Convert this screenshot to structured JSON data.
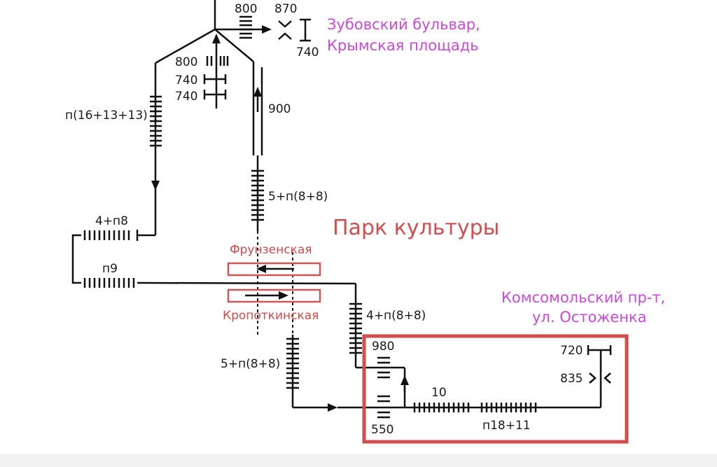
{
  "labels": {
    "zubovsky_line1": "Зубовский бульвар,",
    "zubovsky_line2": "Крымская площадь",
    "park": "Парк культуры",
    "frunzenskaya": "Фрунзенская",
    "kropotkinskaya": "Кропоткинская",
    "komsomolsky_line1": "Комсомольский пр-т,",
    "komsomolsky_line2": "ул. Остоженка",
    "n800_top": "800",
    "n870": "870",
    "n740_right": "740",
    "n800_left": "800",
    "n740_a": "740",
    "n740_b": "740",
    "n900": "900",
    "p16": "п(16+13+13)",
    "p5_upper": "5+п(8+8)",
    "p4n8": "4+п8",
    "p9": "п9",
    "p4_88": "4+п(8+8)",
    "p5_lower": "5+п(8+8)",
    "n980": "980",
    "n550": "550",
    "n10": "10",
    "p18": "п18+11",
    "n720": "720",
    "n835": "835"
  },
  "colors": {
    "region_label": "#c94ad6",
    "station_red": "#d05555",
    "park_red": "#d24d4d",
    "track": "#111111"
  }
}
